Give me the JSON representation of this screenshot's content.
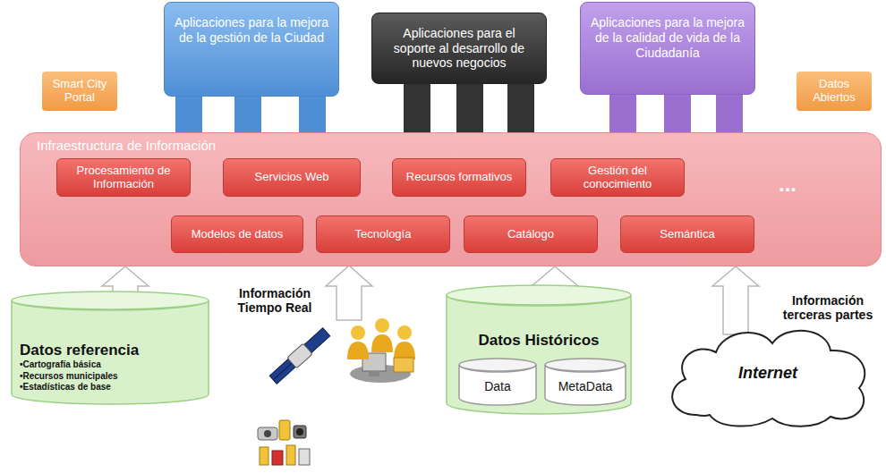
{
  "diagram": {
    "nodes": [
      {
        "text": [
          "Smart City Portal"
        ]
      },
      {
        "text": [
          "Aplicaciones para la mejora de la gestión de la Ciudad"
        ]
      },
      {
        "text": [
          "Aplicaciones para el soporte al desarrollo de nuevos negocios"
        ]
      },
      {
        "text": [
          "Aplicaciones para la mejora de la calidad de vida de la Ciudadanía"
        ]
      },
      {
        "text": [
          "Datos Abiertos"
        ]
      },
      {
        "text": [
          "Infraestructura de Información"
        ]
      },
      {
        "text": [
          "Procesamiento de Información"
        ],
        "in": 5
      },
      {
        "text": [
          "Servicios Web"
        ],
        "in": 5
      },
      {
        "text": [
          "Recursos formativos"
        ],
        "in": 5
      },
      {
        "text": [
          "Gestión del conocimiento"
        ],
        "in": 5
      },
      {
        "text": [
          "Modelos de datos"
        ],
        "in": 5
      },
      {
        "text": [
          "Tecnología"
        ],
        "in": 5
      },
      {
        "text": [
          "Catálogo"
        ],
        "in": 5
      },
      {
        "text": [
          "Semántica"
        ],
        "in": 5
      },
      {
        "text": [
          "Datos referencia",
          "•Cartografía básica",
          "•Recursos municipales",
          "•Estadísticas de base"
        ]
      },
      {
        "text": [
          "Datos Históricos"
        ]
      },
      {
        "text": [
          "Data"
        ],
        "in": 15
      },
      {
        "text": [
          "MetaData"
        ],
        "in": 15
      },
      {
        "text": [
          "Internet"
        ]
      }
    ],
    "edges": [
      {
        "from": 14,
        "to": 5,
        "arrow": "to"
      },
      {
        "from": 15,
        "to": 5,
        "arrow": "to"
      },
      {
        "from": 18,
        "to": 5,
        "arrow": "to"
      }
    ],
    "labels": [
      "...",
      "Información Tiempo Real",
      "Información terceras partes"
    ]
  }
}
